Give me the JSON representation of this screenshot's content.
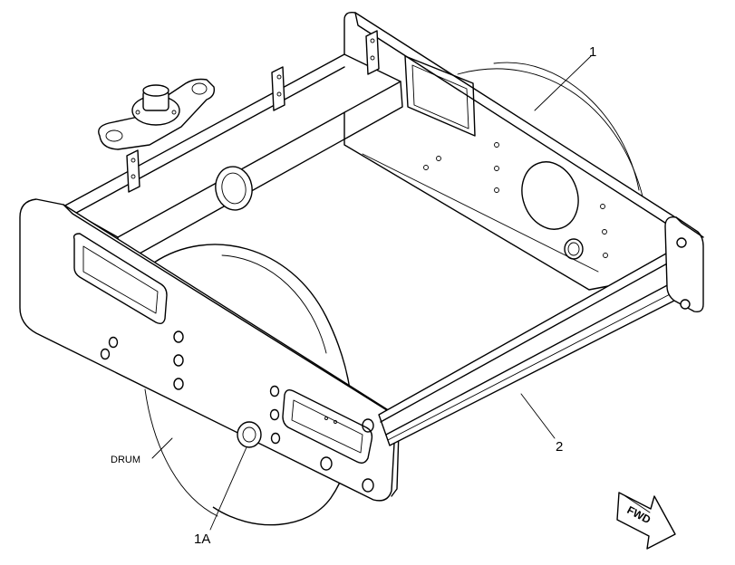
{
  "callouts": {
    "part_1": "1",
    "part_2": "2",
    "part_1a": "1A",
    "drum": "DRUM"
  },
  "direction_arrow": {
    "label": "FWD"
  }
}
